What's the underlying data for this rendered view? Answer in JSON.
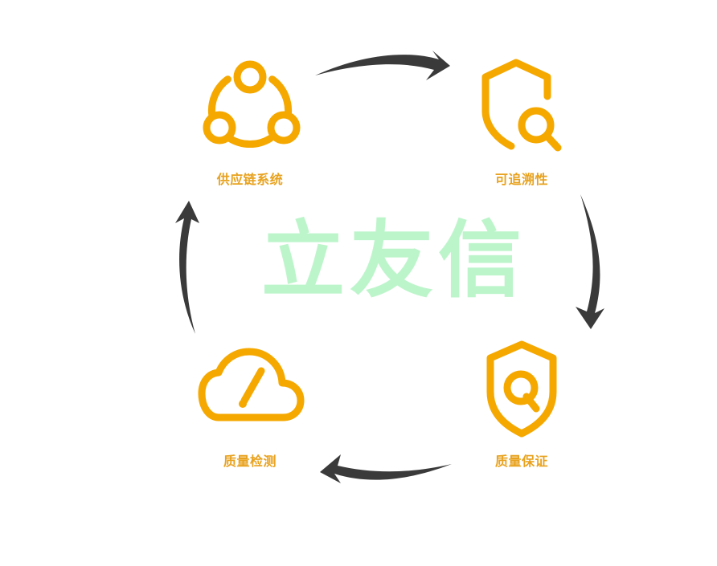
{
  "watermark": {
    "text": "立友信"
  },
  "colors": {
    "accent": "#F5A800",
    "label": "#E8A21E",
    "arrow": "#3A3A3A",
    "watermark": "#BDF5CB"
  },
  "nodes": [
    {
      "label": "供应链系统",
      "icon": "share-network-icon"
    },
    {
      "label": "可追溯性",
      "icon": "shield-search-icon"
    },
    {
      "label": "质量保证",
      "icon": "shield-q-icon"
    },
    {
      "label": "质量检测",
      "icon": "cloud-gauge-icon"
    }
  ],
  "arrows": [
    {
      "from": "供应链系统",
      "to": "可追溯性"
    },
    {
      "from": "可追溯性",
      "to": "质量保证"
    },
    {
      "from": "质量保证",
      "to": "质量检测"
    },
    {
      "from": "质量检测",
      "to": "供应链系统"
    }
  ]
}
